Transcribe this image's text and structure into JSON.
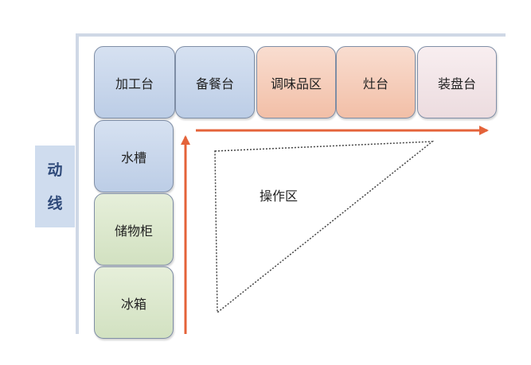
{
  "flow_label": {
    "char1": "动",
    "char2": "线"
  },
  "top_row": [
    {
      "label": "加工台",
      "color": "#c7d5ec"
    },
    {
      "label": "备餐台",
      "color": "#c7d5ec"
    },
    {
      "label": "调味品区",
      "color": "#f5ccb9"
    },
    {
      "label": "灶台",
      "color": "#f5ccb9"
    },
    {
      "label": "装盘台",
      "color": "#f2e4e7"
    }
  ],
  "left_column": [
    {
      "label": "水槽",
      "color": "#c7d5ec"
    },
    {
      "label": "储物柜",
      "color": "#dce8cd"
    },
    {
      "label": "冰箱",
      "color": "#dce8cd"
    }
  ],
  "work_zone": {
    "label": "操作区"
  },
  "colors": {
    "arrow": "#e4633a",
    "wall": "#cfd8e6",
    "box_border": "#7f8ea6",
    "triangle": "#444444"
  }
}
